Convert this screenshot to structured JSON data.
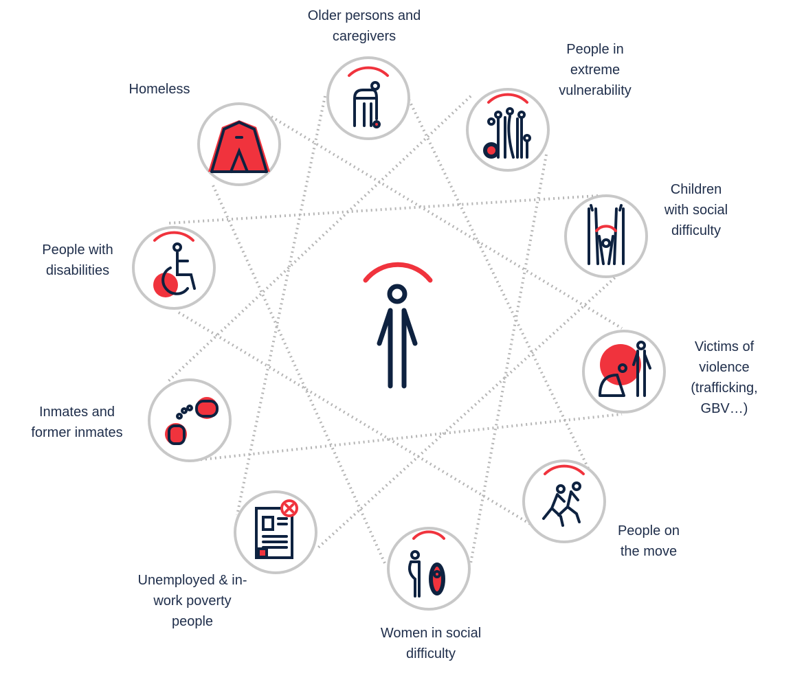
{
  "groups": [
    {
      "id": "older",
      "label": "Older persons and\ncaregivers",
      "icon": "older-person-walker-icon"
    },
    {
      "id": "extreme",
      "label": "People in\nextreme\nvulnerability",
      "icon": "group-of-people-icon"
    },
    {
      "id": "children",
      "label": "Children\nwith social\ndifficulty",
      "icon": "child-with-parents-icon"
    },
    {
      "id": "victims",
      "label": "Victims of\nviolence\n(trafficking,\nGBV…)",
      "icon": "victim-kneeling-icon"
    },
    {
      "id": "move",
      "label": "People on\nthe move",
      "icon": "running-people-icon"
    },
    {
      "id": "women",
      "label": "Women in social\ndifficulty",
      "icon": "woman-with-baby-icon"
    },
    {
      "id": "unemployed",
      "label": "Unemployed & in-\nwork poverty\npeople",
      "icon": "rejected-document-icon"
    },
    {
      "id": "inmates",
      "label": "Inmates and\nformer inmates",
      "icon": "handcuffs-icon"
    },
    {
      "id": "disabilities",
      "label": "People with\ndisabilities",
      "icon": "wheelchair-icon"
    },
    {
      "id": "homeless",
      "label": "Homeless",
      "icon": "tent-icon"
    }
  ],
  "colors": {
    "accent": "#f0333d",
    "navy": "#0e2240",
    "ring": "#c8c8c8",
    "text": "#1e2d4a"
  }
}
